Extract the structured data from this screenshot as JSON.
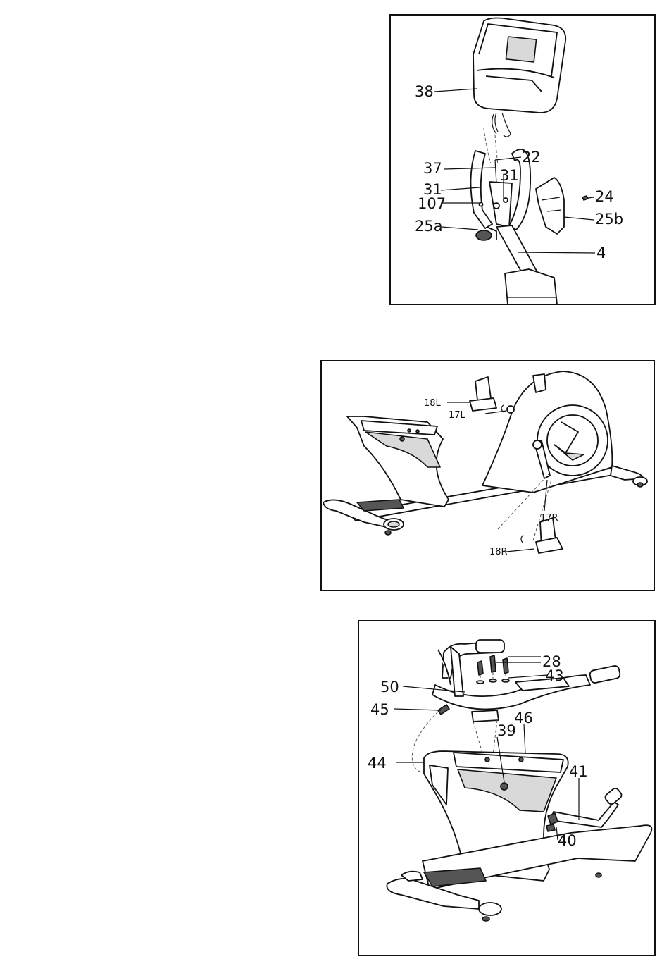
{
  "figures": [
    {
      "id": "console-assembly",
      "callouts": [
        "38",
        "37",
        "22",
        "31",
        "31",
        "107",
        "25a",
        "24",
        "25b",
        "4"
      ]
    },
    {
      "id": "pedal-assembly",
      "callouts": [
        "18L",
        "17L",
        "17R",
        "18R"
      ]
    },
    {
      "id": "seat-handlebar-assembly",
      "callouts": [
        "28",
        "43",
        "50",
        "45",
        "46",
        "39",
        "44",
        "41",
        "40"
      ]
    }
  ]
}
